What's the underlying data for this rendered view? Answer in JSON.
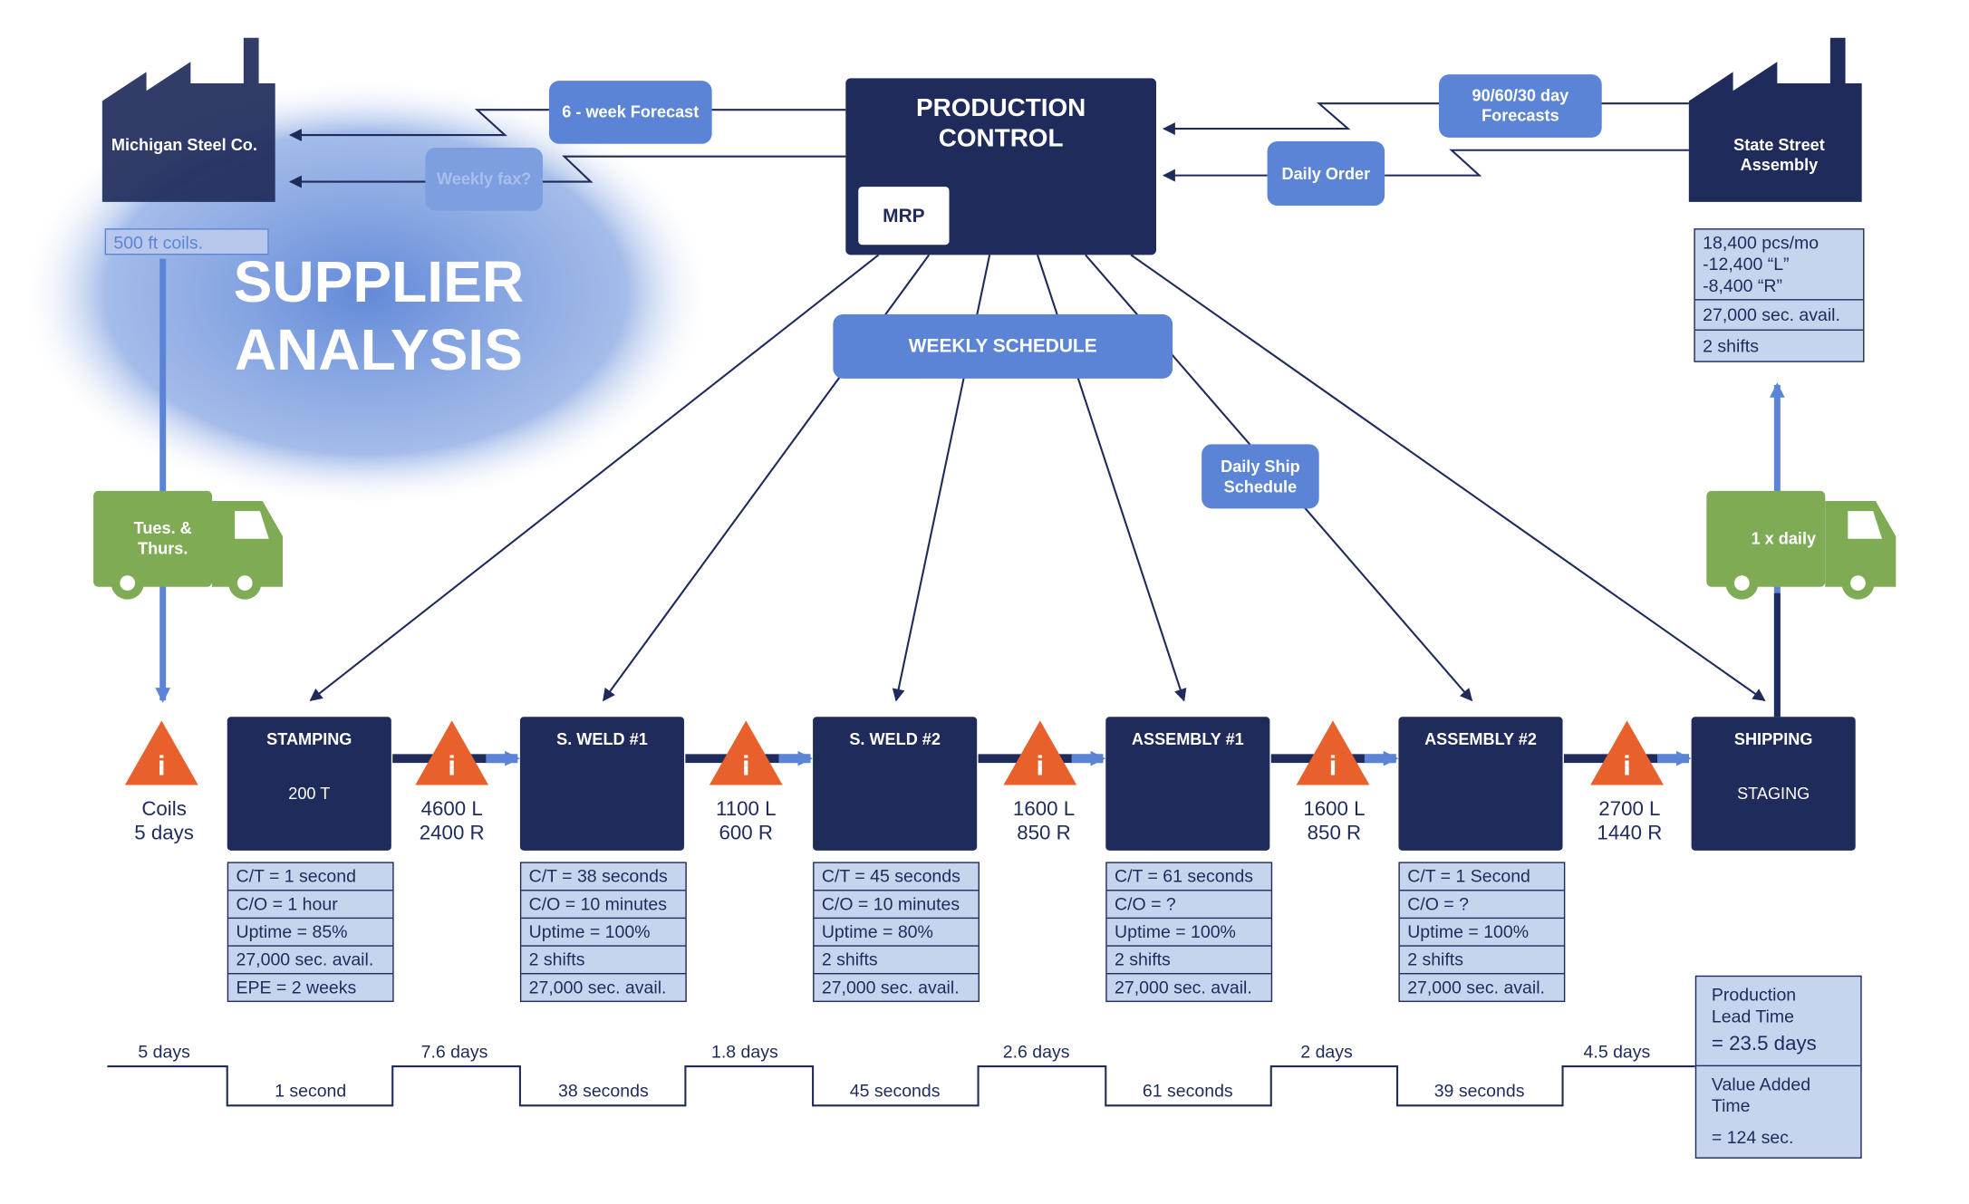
{
  "supplier": {
    "name": "Michigan Steel Co.",
    "material": "500 ft coils.",
    "delivery": "Tues. & Thurs."
  },
  "highlight": {
    "title_line1": "SUPPLIER",
    "title_line2": "ANALYSIS"
  },
  "customer": {
    "name": "State Street Assembly",
    "delivery": "1 x daily",
    "data": [
      "18,400 pcs/mo",
      "-12,400 “L”",
      "-8,400 “R”",
      "27,000 sec. avail.",
      "2 shifts"
    ]
  },
  "control": {
    "title_line1": "PRODUCTION",
    "title_line2": "CONTROL",
    "system": "MRP"
  },
  "info_flows": {
    "six_week": "6 - week Forecast",
    "weekly_fax": "Weekly fax?",
    "customer_forecast": "90/60/30 day Forecasts",
    "daily_order": "Daily Order",
    "weekly_schedule": "WEEKLY SCHEDULE",
    "daily_ship": "Daily Ship Schedule"
  },
  "inventory_icon": "warning-triangle-icon",
  "inventories": [
    {
      "line1": "Coils",
      "line2": "5 days"
    },
    {
      "line1": "4600 L",
      "line2": "2400 R"
    },
    {
      "line1": "1100 L",
      "line2": "600 R"
    },
    {
      "line1": "1600 L",
      "line2": "850 R"
    },
    {
      "line1": "1600 L",
      "line2": "850 R"
    },
    {
      "line1": "2700 L",
      "line2": "1440 R"
    }
  ],
  "processes": [
    {
      "title": "STAMPING",
      "sub": "200 T",
      "data": [
        "C/T = 1 second",
        "C/O = 1 hour",
        "Uptime = 85%",
        "27,000 sec. avail.",
        "EPE = 2 weeks"
      ]
    },
    {
      "title": "S. WELD #1",
      "sub": "",
      "data": [
        "C/T = 38 seconds",
        "C/O = 10 minutes",
        "Uptime = 100%",
        "2 shifts",
        "27,000 sec. avail."
      ]
    },
    {
      "title": "S. WELD #2",
      "sub": "",
      "data": [
        "C/T = 45 seconds",
        "C/O = 10 minutes",
        "Uptime = 80%",
        "2 shifts",
        "27,000 sec. avail."
      ]
    },
    {
      "title": "ASSEMBLY #1",
      "sub": "",
      "data": [
        "C/T = 61 seconds",
        "C/O = ?",
        "Uptime = 100%",
        "2 shifts",
        "27,000 sec. avail."
      ]
    },
    {
      "title": "ASSEMBLY #2",
      "sub": "",
      "data": [
        "C/T = 1 Second",
        "C/O = ?",
        "Uptime = 100%",
        "2 shifts",
        "27,000 sec. avail."
      ]
    },
    {
      "title": "SHIPPING",
      "sub": "STAGING",
      "data": []
    }
  ],
  "timeline": {
    "upper": [
      "5 days",
      "7.6 days",
      "1.8 days",
      "2.6 days",
      "2 days",
      "4.5 days"
    ],
    "lower": [
      "1 second",
      "38 seconds",
      "45 seconds",
      "61 seconds",
      "39 seconds"
    ],
    "summary": {
      "lead_label": "Production Lead Time",
      "lead_value": "= 23.5 days",
      "va_label": "Value Added Time",
      "va_value": "= 124 sec."
    }
  },
  "colors": {
    "navy": "#1f2b5b",
    "blue": "#5b84d6",
    "light": "#c7d4ee",
    "green": "#7fab55",
    "orange": "#e8612c"
  }
}
